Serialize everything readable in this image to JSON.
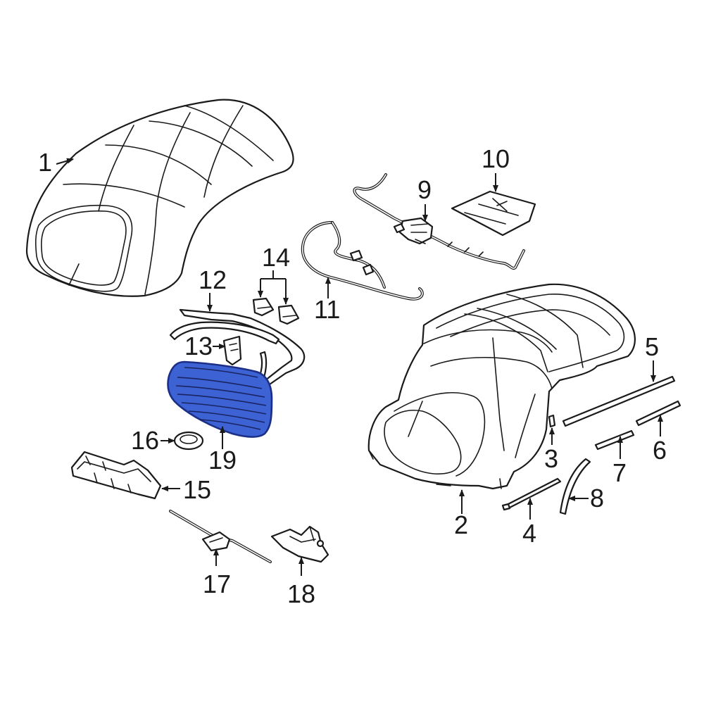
{
  "callouts": {
    "c1": "1",
    "c2": "2",
    "c3": "3",
    "c4": "4",
    "c5": "5",
    "c6": "6",
    "c7": "7",
    "c8": "8",
    "c9": "9",
    "c10": "10",
    "c11": "11",
    "c12": "12",
    "c13": "13",
    "c14": "14",
    "c15": "15",
    "c16": "16",
    "c17": "17",
    "c18": "18",
    "c19": "19"
  },
  "highlight": {
    "part": "19",
    "color": "#3d62d4"
  }
}
